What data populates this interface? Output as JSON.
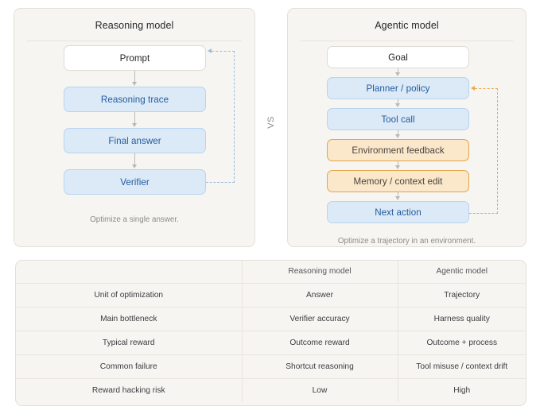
{
  "theme": {
    "page_background": "#ffffff",
    "panel_background": "#f6f5f1",
    "panel_border": "#e3e0d8",
    "blue_fill": "#dce9f7",
    "blue_border": "#b8d4ef",
    "blue_text": "#1f5c9e",
    "orange_fill": "#fbe7c9",
    "orange_border": "#e6a545",
    "orange_text": "#4a4540",
    "arrow_gray": "#b9b9b5",
    "muted_text": "#8b8b87"
  },
  "left_panel": {
    "title": "Reasoning model",
    "caption": "Optimize a single answer.",
    "nodes": [
      {
        "label": "Prompt",
        "style": "white"
      },
      {
        "label": "Reasoning trace",
        "style": "blue"
      },
      {
        "label": "Final answer",
        "style": "blue"
      },
      {
        "label": "Verifier",
        "style": "blue"
      }
    ],
    "feedback_loop": {
      "from": "Verifier",
      "to": "Prompt",
      "style": "dashed-blue"
    }
  },
  "divider": {
    "label": "VS"
  },
  "right_panel": {
    "title": "Agentic model",
    "caption": "Optimize a trajectory in an environment.",
    "nodes": [
      {
        "label": "Goal",
        "style": "white"
      },
      {
        "label": "Planner / policy",
        "style": "blue"
      },
      {
        "label": "Tool call",
        "style": "blue"
      },
      {
        "label": "Environment feedback",
        "style": "orange"
      },
      {
        "label": "Memory / context edit",
        "style": "orange"
      },
      {
        "label": "Next action",
        "style": "blue"
      }
    ],
    "feedback_loop": {
      "from": "Next action",
      "to": "Planner / policy",
      "style": "dashed-orange"
    }
  },
  "comparison_table": {
    "headers": [
      "",
      "Reasoning model",
      "Agentic model"
    ],
    "rows": [
      {
        "attribute": "Unit of optimization",
        "reasoning": "Answer",
        "agentic": "Trajectory"
      },
      {
        "attribute": "Main bottleneck",
        "reasoning": "Verifier accuracy",
        "agentic": "Harness quality"
      },
      {
        "attribute": "Typical reward",
        "reasoning": "Outcome reward",
        "agentic": "Outcome + process"
      },
      {
        "attribute": "Common failure",
        "reasoning": "Shortcut reasoning",
        "agentic": "Tool misuse / context drift"
      },
      {
        "attribute": "Reward hacking risk",
        "reasoning": "Low",
        "agentic": "High"
      }
    ]
  }
}
